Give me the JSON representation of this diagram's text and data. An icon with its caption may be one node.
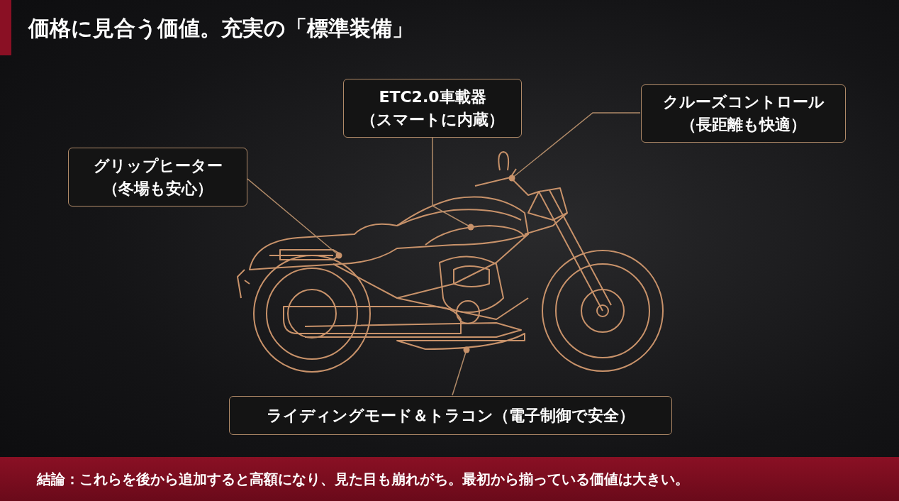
{
  "diagram": {
    "title": "価格に見合う価値。充実の「標準装備」",
    "nodes": [
      {
        "text": [
          "ETC2.0車載器",
          "（スマートに内蔵）"
        ]
      },
      {
        "text": [
          "クルーズコントロール",
          "（長距離も快適）"
        ]
      },
      {
        "text": [
          "グリップヒーター",
          "（冬場も安心）"
        ]
      },
      {
        "text": [
          "ライディングモード＆トラコン（電子制御で安全）"
        ]
      },
      {
        "text": [
          "結論：これらを後から追加すると高額になり、見た目も崩れがち。最初から揃っている価値は大きい。"
        ]
      }
    ],
    "edges": [
      {
        "from": 0,
        "to": null,
        "arrow": "other"
      },
      {
        "from": 1,
        "to": null,
        "arrow": "other"
      },
      {
        "from": 2,
        "to": null,
        "arrow": "other"
      },
      {
        "from": 3,
        "to": null,
        "arrow": "other"
      }
    ]
  }
}
